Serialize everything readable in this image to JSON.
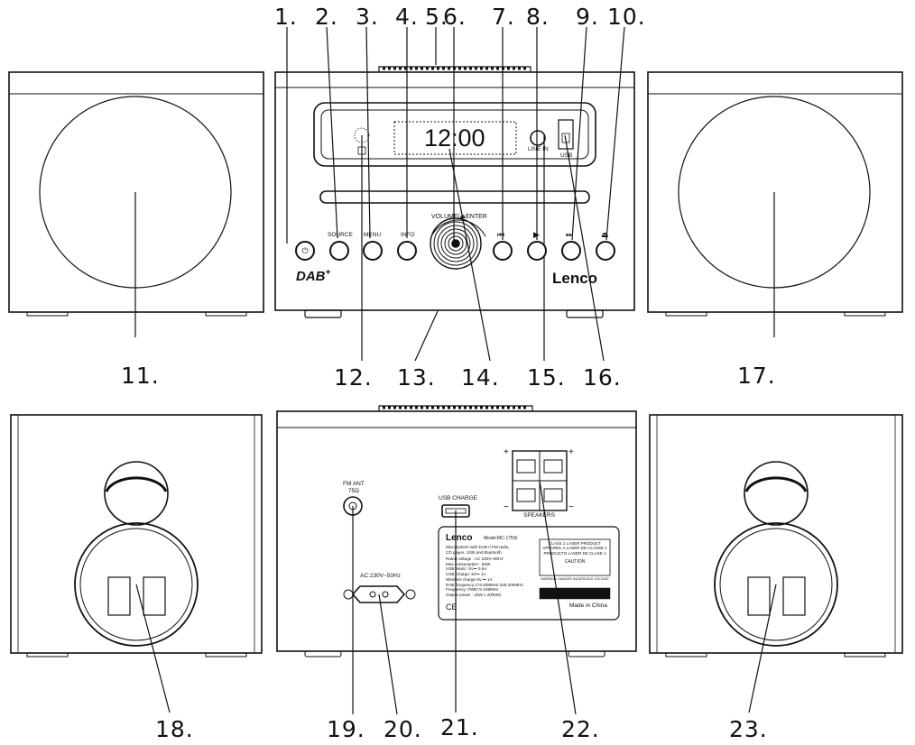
{
  "callouts": [
    "1.",
    "2.",
    "3.",
    "4.",
    "5.",
    "6.",
    "7.",
    "8.",
    "9.",
    "10.",
    "11.",
    "12.",
    "13.",
    "14.",
    "15.",
    "16.",
    "17.",
    "18.",
    "19.",
    "20.",
    "21.",
    "22.",
    "23."
  ],
  "front": {
    "display_time": "12:00",
    "line_in_label": "LINE IN",
    "usb_label": "USB",
    "volume_label": "VOLUME/⏏ENTER",
    "buttons": {
      "power": "⏻",
      "source": "SOURCE",
      "menu": "MENU",
      "info": "INFO",
      "prev": "⏮",
      "play": "▶",
      "next": "⏭",
      "eject": "⏏"
    },
    "dab_logo": "DAB",
    "dab_plus": "+",
    "brand": "Lenco"
  },
  "back": {
    "fm_ant_line1": "FM ANT",
    "fm_ant_line2": "75Ω",
    "ac_label": "AC:230V~50Hz",
    "usb_charge_label": "USB CHARGE",
    "speakers_label": "SPEAKERS",
    "plus": "+",
    "minus": "−",
    "plate": {
      "brand": "Lenco",
      "model": "Model:MC-175SI",
      "description": "Microsystem with DAB+/ FM radio,\nCD player, USB and Bluetooth",
      "specs": "Rated voltage : AC 230V~50Hz\nMax consumption : 50W\nUSB Music: 5V⎓ 0.5A\nUSB Charge: 5V⎓ 1A\nWireless charge 5V ⎓ 1A\nDAB frequency:174.928MHz-239.200MHz\nFrequency: FM87.5-108MHz\nOutput power : 20W x 2(RMS)",
      "laser_class": "CLASS 1 LASER PRODUCT\nAPPAREIL A LASER DE CLASSE 1\nPRODUCTO LASER DE CLASE 1",
      "caution": "CAUTION",
      "warning_small": "WARNING: DANGER HAZARDOUS VOLTAGE",
      "made_in": "Made in China",
      "marks": "CE"
    }
  }
}
